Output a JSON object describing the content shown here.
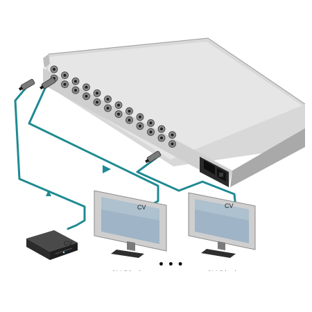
{
  "labels": {
    "source_signal": "CV",
    "display1_signal": "CV",
    "display2_signal": "CV",
    "display1_caption": "CV Display",
    "display2_caption": "CV Display",
    "ellipsis": "• • •"
  },
  "colors": {
    "cable": "#1f8a92",
    "cable_dark": "#0e5f66",
    "chassis_top": "#dcdcdc",
    "chassis_front": "#b9b9b9",
    "screen": "#9fb4c6",
    "bezel": "#cfcfcf"
  },
  "icons": {
    "source_device": "dvd-player-icon",
    "display": "lcd-monitor-icon",
    "connector": "bnc-plug-icon"
  }
}
